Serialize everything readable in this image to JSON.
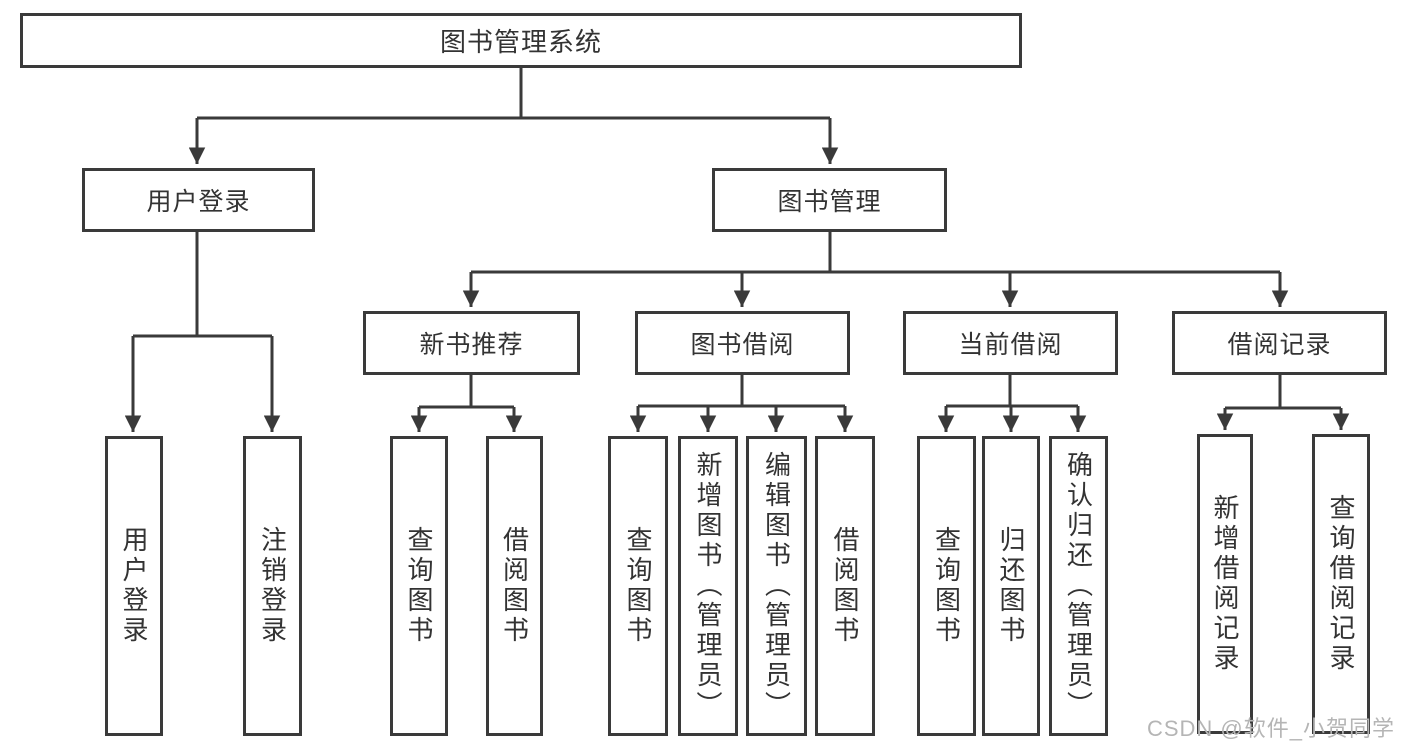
{
  "colors": {
    "line": "#3a3a3a",
    "text": "#333333",
    "background": "#ffffff",
    "watermark_text": "#b5b5b5"
  },
  "watermark": "CSDN @软件_小贺同学",
  "tree": {
    "root": {
      "label": "图书管理系统"
    },
    "branches": [
      {
        "label": "用户登录",
        "leaves": [
          {
            "label": "用户登录"
          },
          {
            "label": "注销登录"
          }
        ]
      },
      {
        "label": "图书管理",
        "sections": [
          {
            "label": "新书推荐",
            "leaves": [
              {
                "label": "查询图书"
              },
              {
                "label": "借阅图书"
              }
            ]
          },
          {
            "label": "图书借阅",
            "leaves": [
              {
                "label": "查询图书"
              },
              {
                "label": "新增图书（管理员）"
              },
              {
                "label": "编辑图书（管理员）"
              },
              {
                "label": "借阅图书"
              }
            ]
          },
          {
            "label": "当前借阅",
            "leaves": [
              {
                "label": "查询图书"
              },
              {
                "label": "归还图书"
              },
              {
                "label": "确认归还（管理员）"
              }
            ]
          },
          {
            "label": "借阅记录",
            "leaves": [
              {
                "label": "新增借阅记录"
              },
              {
                "label": "查询借阅记录"
              }
            ]
          }
        ]
      }
    ]
  }
}
